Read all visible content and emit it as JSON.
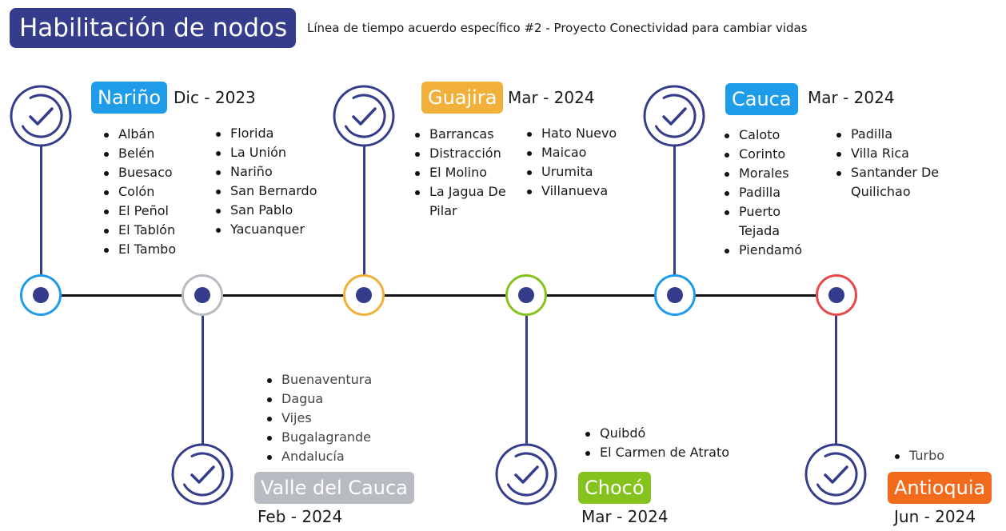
{
  "header": {
    "title": "Habilitación de nodos",
    "subtitle": "Línea de tiempo acuerdo específico #2 - Proyecto Conectividad para cambiar vidas"
  },
  "colors": {
    "primary": "#353c8c",
    "narino": "#1e9be9",
    "valle": "#b8bcc2",
    "guajira": "#f0b03a",
    "choco": "#86c21d",
    "cauca": "#1e9be9",
    "antioquia": "#f26a1b",
    "node_red": "#e84848"
  },
  "regions": {
    "narino": {
      "name": "Nariño",
      "date": "Dic - 2023",
      "col1": [
        "Albán",
        "Belén",
        "Buesaco",
        "Colón",
        "El Peñol",
        "El Tablón",
        "El Tambo"
      ],
      "col2": [
        "Florida",
        "La Unión",
        "Nariño",
        "San Bernardo",
        "San Pablo",
        "Yacuanquer"
      ]
    },
    "valle": {
      "name": "Valle del Cauca",
      "date": "Feb - 2024",
      "col1": [
        "Buenaventura",
        "Dagua",
        "Vijes",
        "Bugalagrande",
        "Andalucía"
      ]
    },
    "guajira": {
      "name": "Guajira",
      "date": "Mar - 2024",
      "col1": [
        "Barrancas",
        "Distracción",
        "El Molino",
        "La Jagua De Pilar"
      ],
      "col2": [
        "Hato Nuevo",
        "Maicao",
        "Urumita",
        "Villanueva"
      ]
    },
    "choco": {
      "name": "Chocó",
      "date": "Mar - 2024",
      "col1": [
        "Quibdó",
        "El Carmen de Atrato"
      ]
    },
    "cauca": {
      "name": "Cauca",
      "date": "Mar - 2024",
      "col1": [
        "Caloto",
        "Corinto",
        "Morales",
        "Padilla",
        "Puerto Tejada",
        "Piendamó"
      ],
      "col2": [
        "Padilla",
        "Villa Rica",
        "Santander De Quilichao"
      ]
    },
    "antioquia": {
      "name": "Antioquia",
      "date": "Jun - 2024",
      "col1": [
        "Turbo"
      ]
    }
  }
}
